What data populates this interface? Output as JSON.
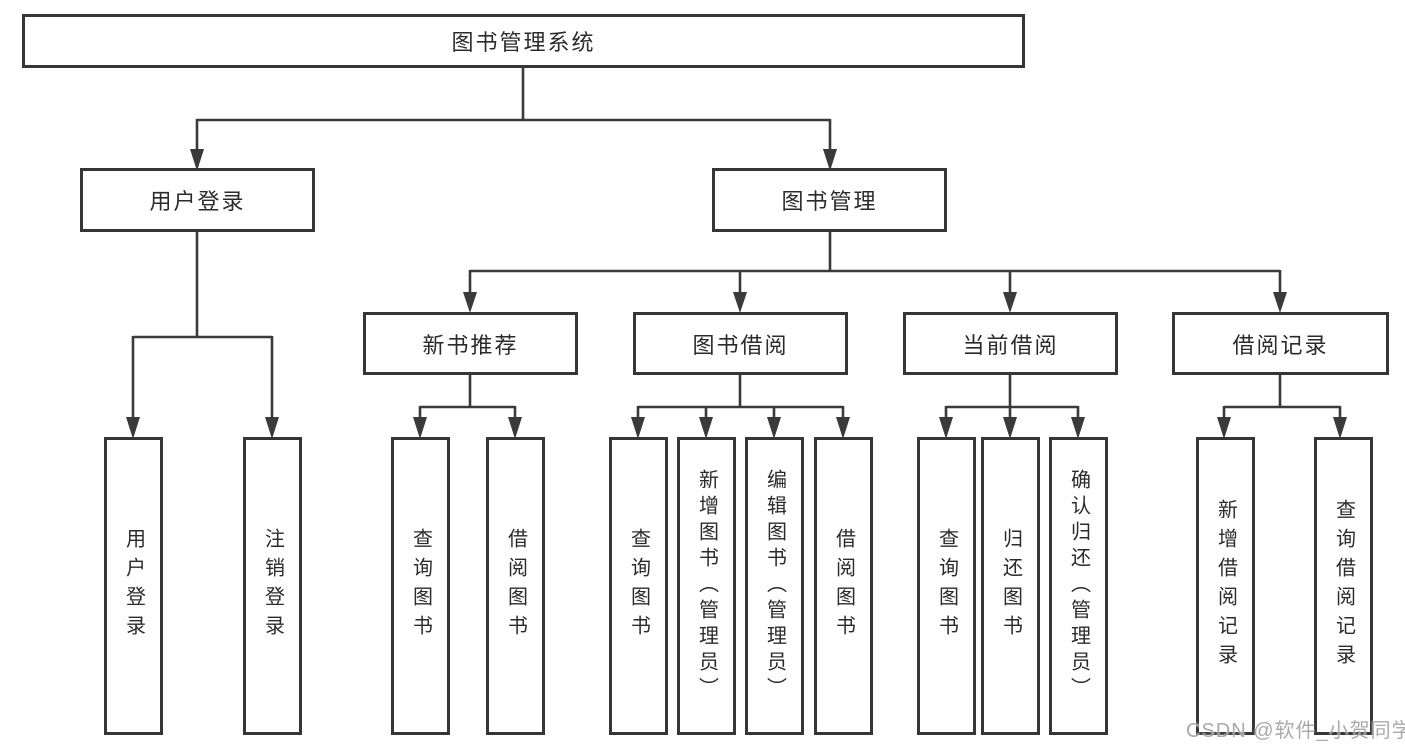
{
  "diagram": {
    "root": {
      "label": "图书管理系统"
    },
    "level2": {
      "user_login": {
        "label": "用户登录"
      },
      "book_mgmt": {
        "label": "图书管理"
      }
    },
    "level3": {
      "new_book": {
        "label": "新书推荐"
      },
      "book_borrow": {
        "label": "图书借阅"
      },
      "current_borrow": {
        "label": "当前借阅"
      },
      "borrow_record": {
        "label": "借阅记录"
      }
    },
    "leaves": {
      "user_login_leaf": "用户登录",
      "logout": "注销登录",
      "nb_query_books": "查询图书",
      "nb_borrow_books": "借阅图书",
      "bb_query_books": "查询图书",
      "bb_add_books": "新增图书（管理员）",
      "bb_edit_books": "编辑图书（管理员）",
      "bb_borrow_books": "借阅图书",
      "cb_query_books": "查询图书",
      "cb_return_books": "归还图书",
      "cb_confirm_return": "确认归还（管理员）",
      "br_add_record": "新增借阅记录",
      "br_query_record": "查询借阅记录"
    }
  },
  "watermark": {
    "text": "CSDN @软件_小贺同学"
  },
  "colors": {
    "line": "#3a3a3a",
    "border": "#363636",
    "text": "#2b2b2b",
    "watermark": "#9e9e9e",
    "background": "#ffffff"
  }
}
